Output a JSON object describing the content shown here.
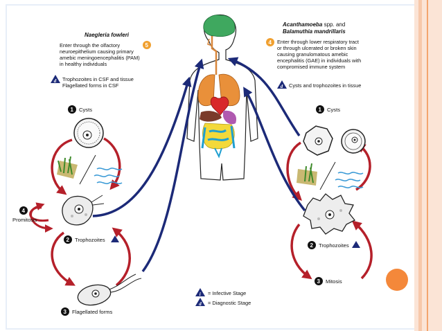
{
  "colors": {
    "arrow_red": "#b5202a",
    "arrow_blue": "#1c2a78",
    "badge_orange": "#f0a030",
    "brain": "#3fa85f",
    "accent_dot": "#f4883a"
  },
  "left": {
    "title": "Naegleria fowleri",
    "step5_text": [
      "Enter through the olfactory",
      "neuroepithelium causing primary",
      "amebic meningoencephalitis (PAM)",
      "in healthy individuals"
    ],
    "step5_num": "5",
    "diag_badge": "d",
    "diag_text": [
      "Trophozoites in CSF and tissue",
      "Flagellated forms in CSF"
    ],
    "stage1": {
      "num": "1",
      "label": "Cysts"
    },
    "stage2": {
      "num": "2",
      "label": "Trophozoites"
    },
    "stage3": {
      "num": "3",
      "label": "Flagellated forms"
    },
    "stage4": {
      "num": "4",
      "label": "Promitosis"
    }
  },
  "right": {
    "title_part1": "Acanthamoeba",
    "title_part2": "spp. and",
    "title_line2": "Balamuthia mandrillaris",
    "step4_num": "4",
    "step4_text": [
      "Enter through lower respiratory tract",
      "or through ulcerated or broken skin",
      "causing granulomatous amebic",
      "encephalitis (GAE) in individuals with",
      "compromised immune system"
    ],
    "diag_badge": "d",
    "diag_text": "Cysts and trophozoites in tissue",
    "stage1": {
      "num": "1",
      "label": "Cysts"
    },
    "stage2": {
      "num": "2",
      "label": "Trophozoites"
    },
    "stage3": {
      "num": "3",
      "label": "Mitosis"
    }
  },
  "legend": {
    "infective_badge": "i",
    "infective_label": "= Infective Stage",
    "diagnostic_badge": "d",
    "diagnostic_label": "= Diagnostic Stage"
  }
}
